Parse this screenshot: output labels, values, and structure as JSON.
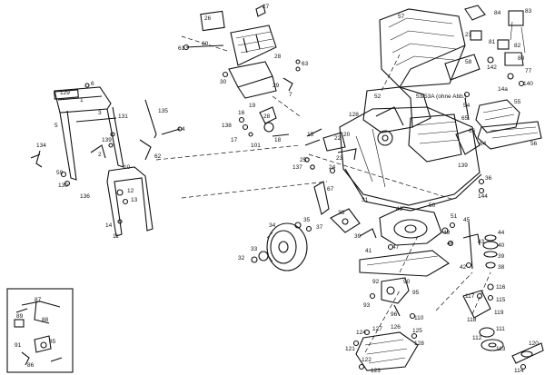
{
  "labels": {
    "l26": "26",
    "l27": "27",
    "l28": "28",
    "l29": "29",
    "l30": "30",
    "l57": "57",
    "l58": "58",
    "l21": "21",
    "l84": "84",
    "l83": "83",
    "l81": "81",
    "l77": "77",
    "l142": "142",
    "l140": "140",
    "l14a": "14a",
    "l129": "129",
    "l6": "6",
    "l1": "1",
    "l3": "3",
    "l5": "5",
    "l131": "131",
    "l135": "135",
    "l62": "62",
    "l134": "134",
    "l59": "59",
    "l130": "130",
    "l136": "136",
    "l10": "10",
    "l12": "12",
    "l13": "13",
    "l11": "11",
    "l14": "14",
    "l16": "16",
    "l17": "17",
    "l19": "19",
    "l28b": "28",
    "l101": "101",
    "l138": "138",
    "l25": "25",
    "l137": "137",
    "l15": "15",
    "l20": "20",
    "l22": "22",
    "l23": "23",
    "l24": "24",
    "l31": "31",
    "l32": "32",
    "l33": "33",
    "l34": "34",
    "l35": "35",
    "l36": "36",
    "l37": "37",
    "l38": "38",
    "l39": "39",
    "l40": "40",
    "l41": "41",
    "l42": "42",
    "l43": "43",
    "l44": "44",
    "l45": "45",
    "l46": "46",
    "l47": "47",
    "l48": "48",
    "l49": "49",
    "l50": "50",
    "l51": "51",
    "l52": "52",
    "l53": "53/53A (ohne Abb.)",
    "l54": "54",
    "l55": "55",
    "l56": "56",
    "l64": "64",
    "l65": "65",
    "l66": "66",
    "l67": "67",
    "l139": "139",
    "l144": "144",
    "l90": "90",
    "l91": "91",
    "l92": "92",
    "l93": "93",
    "l95": "95",
    "l96": "96",
    "l86": "86",
    "l87": "87",
    "l88": "88",
    "l89": "89",
    "l85": "85",
    "l80": "80",
    "l82": "82",
    "l110": "110",
    "l111": "111",
    "l112": "112",
    "l113": "113",
    "l114": "114",
    "l115": "115",
    "l116": "116",
    "l117": "117",
    "l118": "118",
    "l119": "119",
    "l120": "120",
    "l121": "121",
    "l122": "122",
    "l123": "123",
    "l124": "124",
    "l125": "125",
    "l126": "126",
    "l127": "127",
    "l128": "128",
    "l60": "60",
    "l61": "61",
    "l63": "63",
    "l7": "7",
    "l2": "2",
    "l18": "18",
    "l4": "4"
  }
}
